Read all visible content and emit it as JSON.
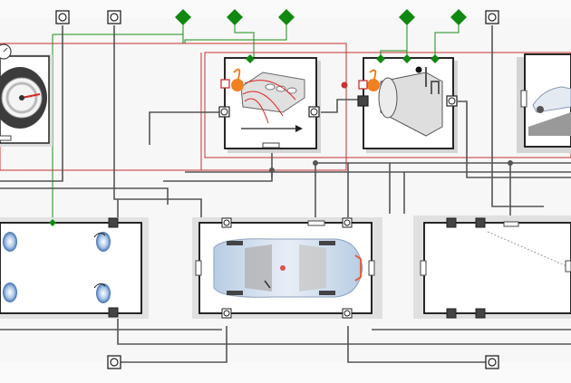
{
  "diagram": {
    "type": "block-diagram",
    "title": "",
    "colors": {
      "background": "#ffffff",
      "canvas": "#f7f7f7",
      "wire": "#555555",
      "signal_green": "#1a8c1a",
      "bus_red": "#c83232",
      "port_green": "#118811",
      "block_border": "#111111",
      "block_shadow": "#cfcfcf"
    },
    "blocks": [
      {
        "id": "speedometer-block",
        "icon": "speedometer-icon"
      },
      {
        "id": "engine-block",
        "icon": "engine-icon"
      },
      {
        "id": "gearbox-block",
        "icon": "gearbox-icon"
      },
      {
        "id": "vehicle-preview-block",
        "icon": "vehicle-icon"
      },
      {
        "id": "wheels-block",
        "icon": "wheel-icon"
      },
      {
        "id": "chassis-block",
        "icon": "car-top-view-icon"
      },
      {
        "id": "road-block",
        "icon": "road-icon"
      }
    ],
    "ports": {
      "top_row_count": 3,
      "bottom_row_count": 2,
      "signal_diamond_count": 5
    }
  }
}
